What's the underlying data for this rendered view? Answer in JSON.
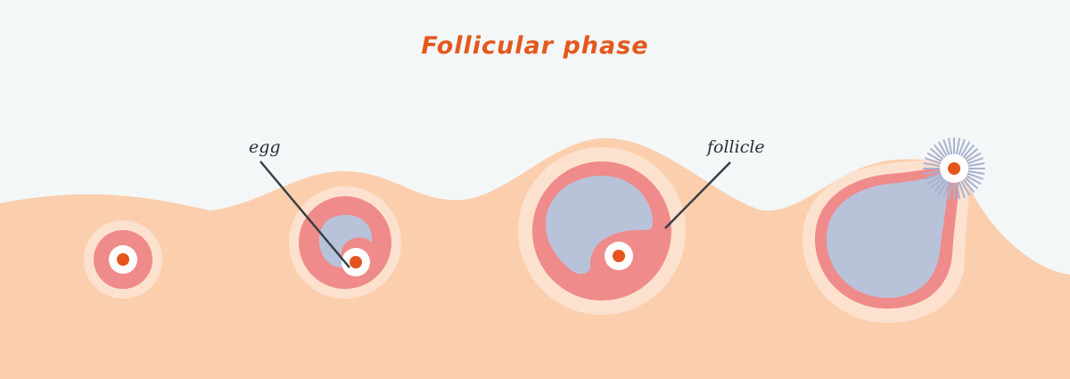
{
  "title": "Follicular phase",
  "labels": {
    "egg": "egg",
    "follicle": "follicle"
  },
  "colors": {
    "background": "#f4f7f8",
    "tissue": "#fbcfad",
    "follicle_halo": "#fde1cf",
    "follicle_wall": "#ef8b8b",
    "fluid_antrum": "#b8c3da",
    "egg_ring": "#ffffff",
    "egg_nucleus": "#e5541c",
    "title": "#e3591d",
    "leader_line": "#3b3f44",
    "label_text": "#2a2d31",
    "release_rays": "#a9b2cf"
  }
}
